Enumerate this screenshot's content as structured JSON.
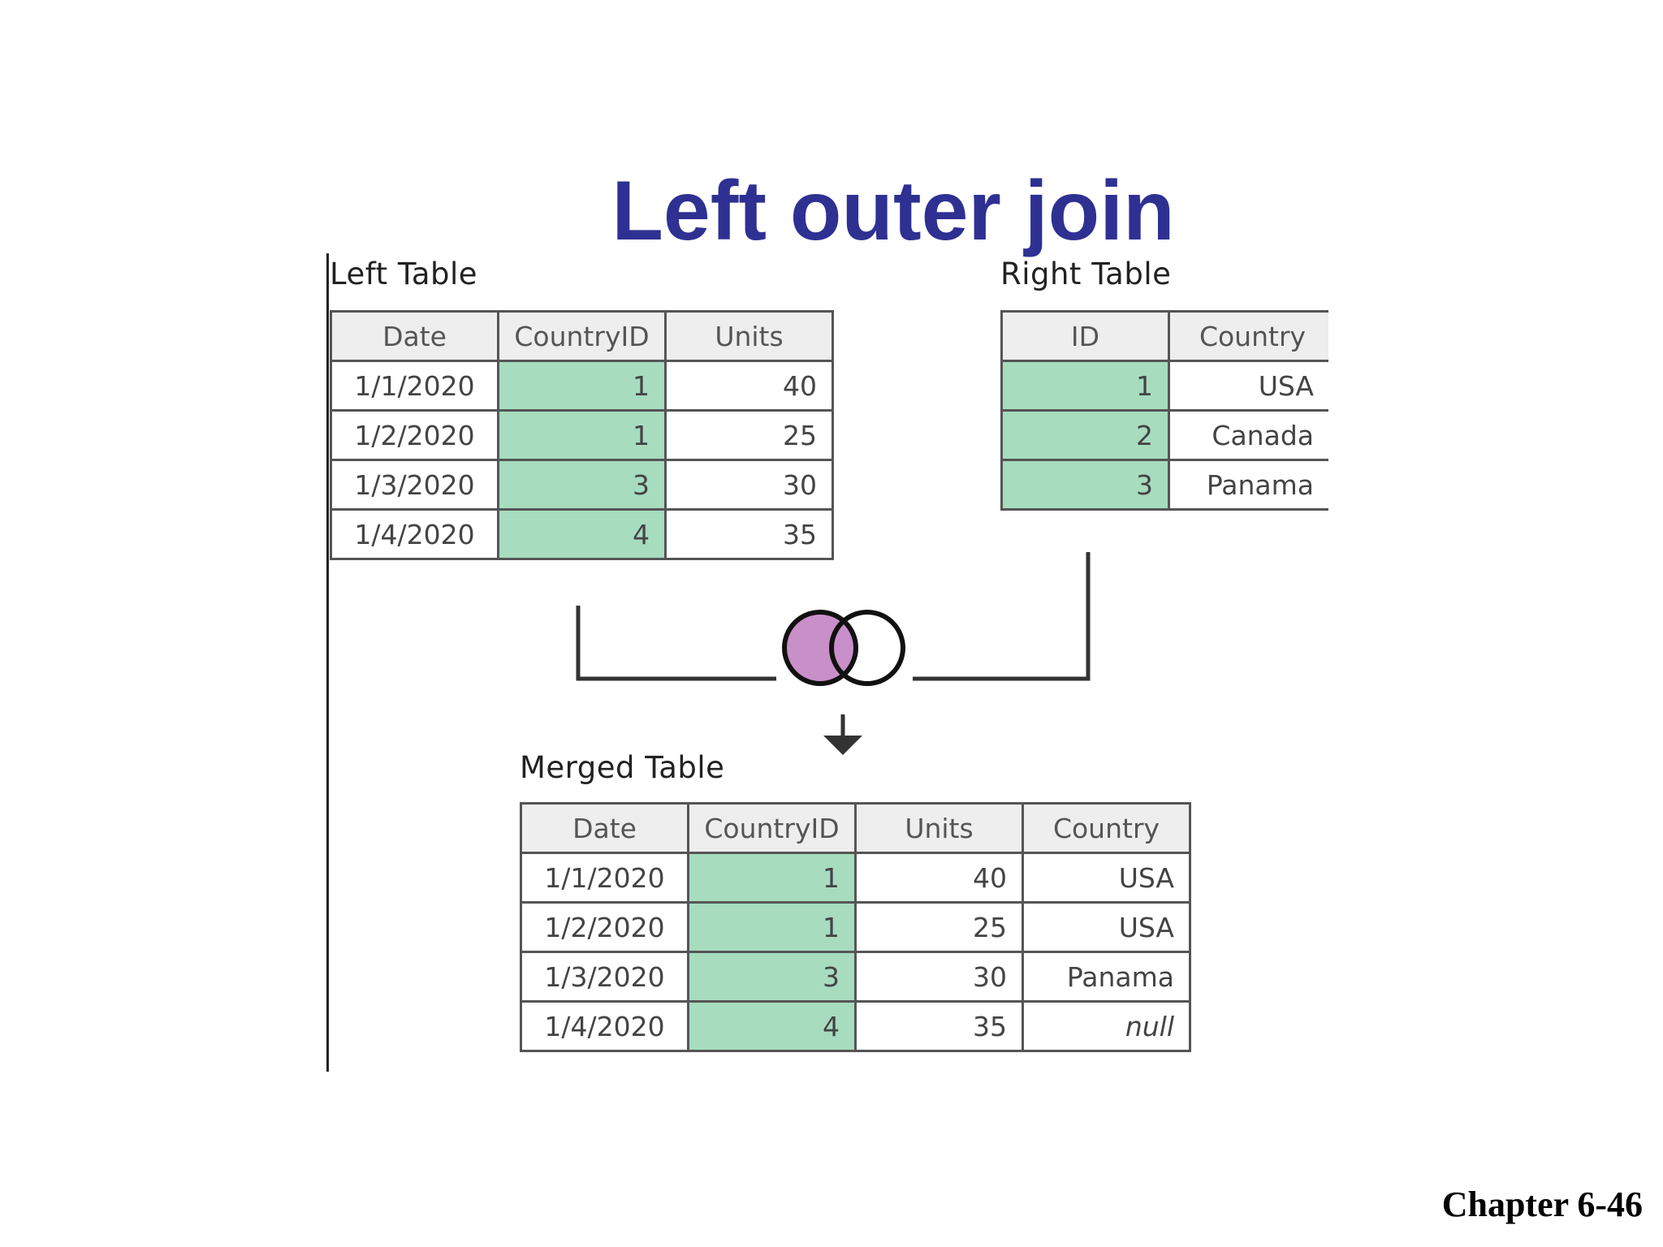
{
  "title": "Left outer join",
  "footer": "Chapter 6-46",
  "left_table": {
    "label": "Left Table",
    "headers": [
      "Date",
      "CountryID",
      "Units"
    ],
    "rows": [
      [
        "1/1/2020",
        "1",
        "40"
      ],
      [
        "1/2/2020",
        "1",
        "25"
      ],
      [
        "1/3/2020",
        "3",
        "30"
      ],
      [
        "1/4/2020",
        "4",
        "35"
      ]
    ]
  },
  "right_table": {
    "label": "Right Table",
    "headers": [
      "ID",
      "Country"
    ],
    "rows": [
      [
        "1",
        "USA"
      ],
      [
        "2",
        "Canada"
      ],
      [
        "3",
        "Panama"
      ]
    ]
  },
  "merged_table": {
    "label": "Merged Table",
    "headers": [
      "Date",
      "CountryID",
      "Units",
      "Country"
    ],
    "rows": [
      [
        "1/1/2020",
        "1",
        "40",
        "USA"
      ],
      [
        "1/2/2020",
        "1",
        "25",
        "USA"
      ],
      [
        "1/3/2020",
        "3",
        "30",
        "Panama"
      ],
      [
        "1/4/2020",
        "4",
        "35",
        "null"
      ]
    ]
  },
  "colors": {
    "title": "#2E3192",
    "key_column": "#a7dcbf",
    "header_fill": "#eeeeee",
    "venn_left_fill": "#c98fc9"
  },
  "icons": {
    "join": "left-outer-join-venn-icon",
    "arrow": "down-arrow-icon"
  }
}
